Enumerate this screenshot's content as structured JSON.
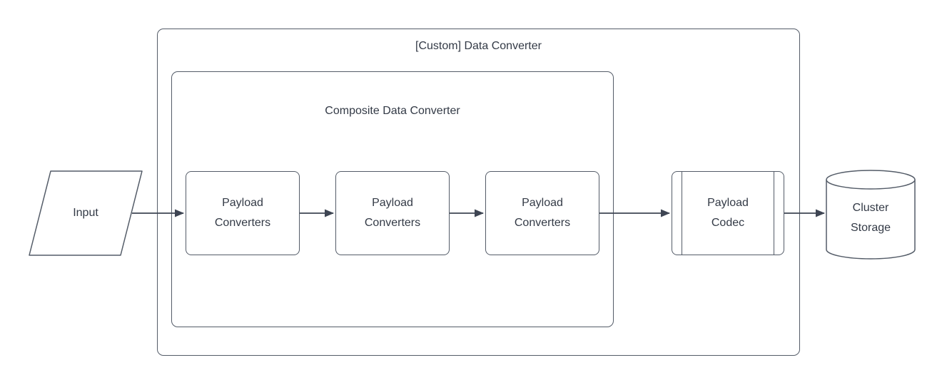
{
  "meta": {
    "diagram_type": "flowchart",
    "background": "#ffffff"
  },
  "colors": {
    "shape_stroke": "#545c68",
    "arrow": "#3e4553",
    "text": "#333a46",
    "shape_fill": "#ffffff"
  },
  "containers": {
    "outer": {
      "label": "[Custom] Data Converter"
    },
    "inner": {
      "label": "Composite Data Converter"
    }
  },
  "nodes": {
    "input": {
      "shape": "parallelogram",
      "label": "Input"
    },
    "converters": [
      {
        "shape": "rounded-rectangle",
        "line1": "Payload",
        "line2": "Converters"
      },
      {
        "shape": "rounded-rectangle",
        "line1": "Payload",
        "line2": "Converters"
      },
      {
        "shape": "rounded-rectangle",
        "line1": "Payload",
        "line2": "Converters"
      }
    ],
    "codec": {
      "shape": "predefined-process",
      "line1": "Payload",
      "line2": "Codec"
    },
    "storage": {
      "shape": "cylinder",
      "line1": "Cluster",
      "line2": "Storage"
    }
  },
  "edges": [
    {
      "from": "input",
      "to": "payload-converters-1"
    },
    {
      "from": "payload-converters-1",
      "to": "payload-converters-2"
    },
    {
      "from": "payload-converters-2",
      "to": "payload-converters-3"
    },
    {
      "from": "payload-converters-3",
      "to": "payload-codec"
    },
    {
      "from": "payload-codec",
      "to": "cluster-storage"
    }
  ]
}
